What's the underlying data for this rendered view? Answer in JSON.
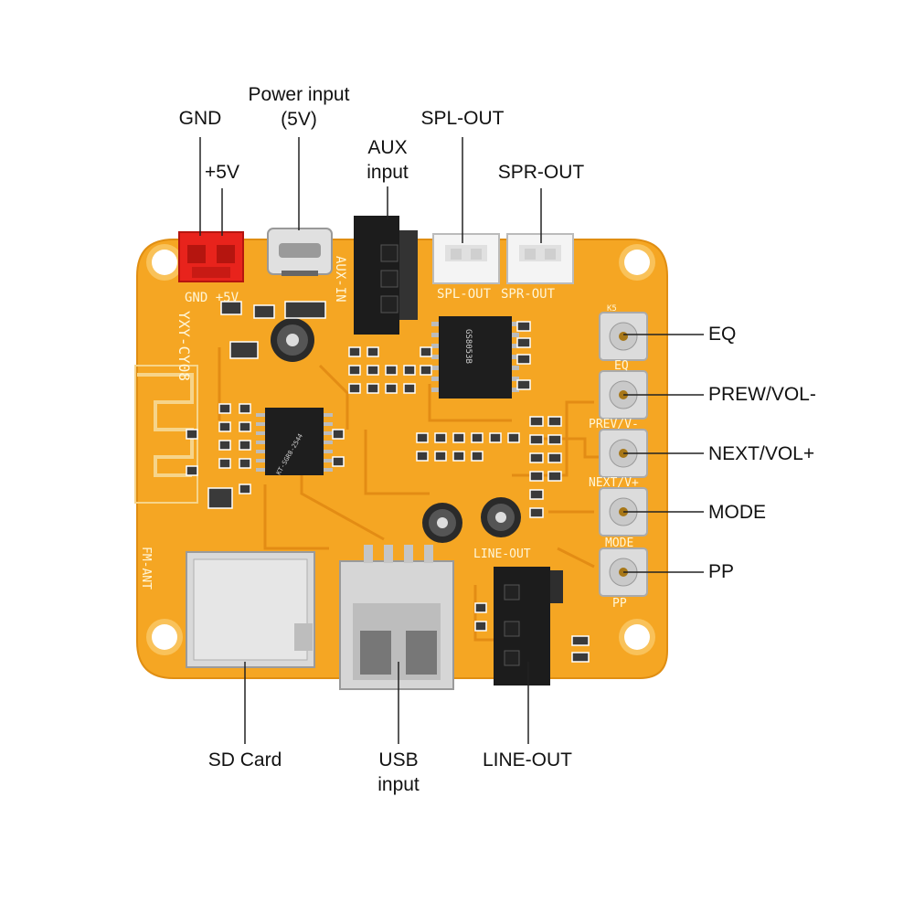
{
  "labels": {
    "gnd": "GND",
    "plus5v": "+5V",
    "power_input_line1": "Power input",
    "power_input_line2": "(5V)",
    "aux_line1": "AUX",
    "aux_line2": "input",
    "spl_out": "SPL-OUT",
    "spr_out": "SPR-OUT",
    "eq": "EQ",
    "prew_vol": "PREW/VOL-",
    "next_vol": "NEXT/VOL+",
    "mode": "MODE",
    "pp": "PP",
    "sd_card": "SD Card",
    "usb_line1": "USB",
    "usb_line2": "input",
    "line_out": "LINE-OUT"
  },
  "silkscreen": {
    "gnd_5v": "GND +5V",
    "aux_in": "AUX-IN",
    "spl_out": "SPL-OUT",
    "spr_out": "SPR-OUT",
    "board_name": "YXY-CY08",
    "fm_ant": "FM-ANT",
    "line_out": "LINE-OUT",
    "eq": "EQ",
    "prew": "PREV/V-",
    "next": "NEXT/V+",
    "mode": "MODE",
    "pp": "PP",
    "k5": "K5",
    "amp_chip": "GS8053B",
    "decoder_chip": "KT-SGR8-2544"
  },
  "colors": {
    "board": "#f5a623",
    "board_edge": "#e08e12",
    "trace": "#e8961a",
    "connector_red": "#e8231c",
    "connector_white": "#f4f4f4",
    "leader_line": "#222222"
  }
}
